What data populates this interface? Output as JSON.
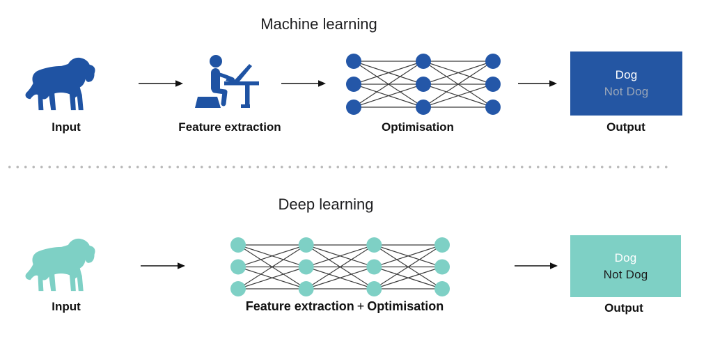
{
  "colors": {
    "blue": "#1f53a3",
    "blue_node": "#2457a8",
    "blue_box": "#2456a3",
    "teal": "#7ed0c5",
    "teal_node": "#7ed0c5",
    "teal_box": "#7ed0c5",
    "not_dog_gray": "#9aa6b8",
    "dark_text": "#1d1d1f",
    "nn_line": "#3c3c3c",
    "arrow": "#111111",
    "divider_dot": "#b5b5b5"
  },
  "machine_learning": {
    "title": "Machine learning",
    "steps": {
      "input_label": "Input",
      "feature_label": "Feature extraction",
      "optimisation_label": "Optimisation",
      "output_label": "Output"
    },
    "network": {
      "layers": 3,
      "nodes_per_layer": 3
    },
    "output_box": {
      "line1": "Dog",
      "line2": "Not Dog"
    }
  },
  "deep_learning": {
    "title": "Deep learning",
    "steps": {
      "input_label": "Input",
      "pipeline_bold_left": "Feature extraction",
      "pipeline_plus": "+",
      "pipeline_bold_right": "Optimisation",
      "output_label": "Output"
    },
    "network": {
      "layers": 4,
      "nodes_per_layer": 3
    },
    "output_box": {
      "line1": "Dog",
      "line2": "Not Dog"
    }
  },
  "icons": {
    "dog": "dog-silhouette",
    "person": "person-at-computer",
    "arrow": "right-arrow"
  }
}
